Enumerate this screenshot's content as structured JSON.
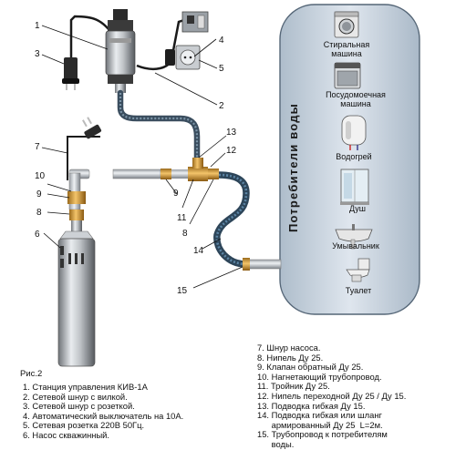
{
  "figure_label": "Рис.2",
  "consumers": {
    "title": "Потребители воды",
    "items": [
      {
        "label_lines": [
          "Стиральная",
          "машина"
        ],
        "icon": "washing-machine-icon"
      },
      {
        "label_lines": [
          "Посудомоечная",
          "машина"
        ],
        "icon": "dishwasher-icon"
      },
      {
        "label_lines": [
          "Водогрей"
        ],
        "icon": "water-heater-icon"
      },
      {
        "label_lines": [
          "Душ"
        ],
        "icon": "shower-icon"
      },
      {
        "label_lines": [
          "Умывальник"
        ],
        "icon": "washbasin-icon"
      },
      {
        "label_lines": [
          "Туалет"
        ],
        "icon": "toilet-icon"
      }
    ]
  },
  "callouts": [
    "1",
    "2",
    "3",
    "4",
    "5",
    "6",
    "7",
    "8",
    "9",
    "10",
    "11",
    "12",
    "13",
    "14",
    "15"
  ],
  "callouts_dup": [
    "9",
    "8"
  ],
  "legend_left": [
    "1. Станция управления КИВ-1А",
    "2. Сетевой шнур с вилкой.",
    "3. Сетевой шнур с розеткой.",
    "4. Автоматический выключатель на 10А.",
    "5. Сетевая розетка 220В 50Гц.",
    "6. Насос скважинный."
  ],
  "legend_right": [
    "7. Шнур насоса.",
    "8. Нипель Ду 25.",
    "9. Клапан обратный Ду 25.",
    "10. Нагнетающий трубопровод.",
    "11. Тройник Ду 25.",
    "12. Нипель переходной Ду 25 / Ду 15.",
    "13. Подводка гибкая Ду 15.",
    "14. Подводка гибкая или шланг",
    "      армированный Ду 25  L=2м.",
    "15. Трубопровод к потребителям",
    "      воды."
  ]
}
